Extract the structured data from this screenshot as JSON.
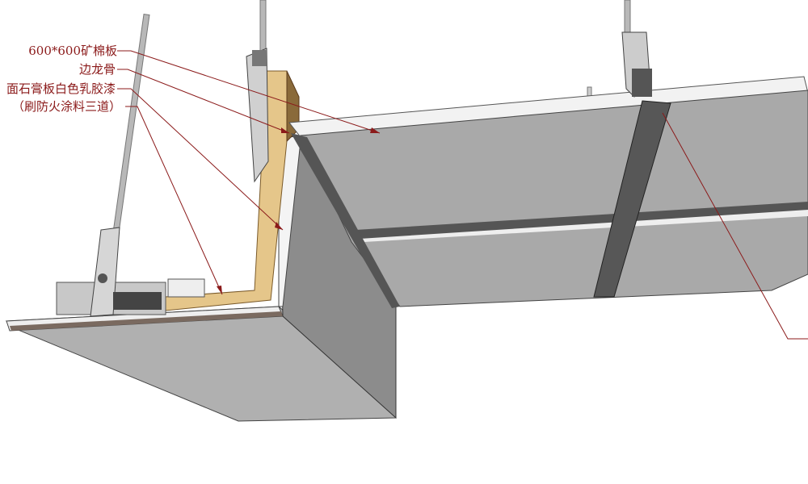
{
  "labels": [
    {
      "id": "mineral-board",
      "text": "600*600矿棉板"
    },
    {
      "id": "edge-keel",
      "text": "边龙骨"
    },
    {
      "id": "gypsum-paint",
      "text": "面石膏板白色乳胶漆"
    },
    {
      "id": "fireproof",
      "text": "（刷防火涂料三道）"
    },
    {
      "id": "right-cut",
      "text": "."
    }
  ],
  "colors": {
    "leader": "#8b1a1a",
    "board": "#a8a8a8",
    "board_dark": "#6e6e6e",
    "wood": "#e8c98a",
    "keel": "#5a5a5a"
  }
}
